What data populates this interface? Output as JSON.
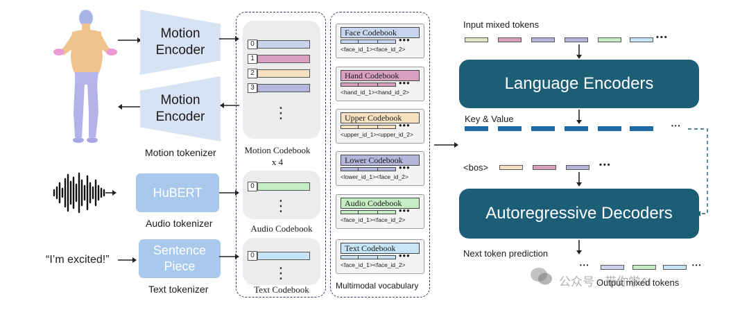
{
  "tokenizers": {
    "motion_encoder_label": "Motion Encoder",
    "motion_decoder_label": "Motion Encoder",
    "motion_caption": "Motion tokenizer",
    "hubert_label": "HuBERT",
    "audio_caption": "Audio tokenizer",
    "sentencepiece_label": "Sentence Piece",
    "text_caption": "Text tokenizer",
    "input_text": "“I’m excited!”"
  },
  "codebooks": {
    "motion_indices": [
      "0",
      "1",
      "2",
      "3"
    ],
    "motion_label": "Motion Codebook x 4",
    "audio_index": "0",
    "audio_label": "Audio Codebook",
    "text_index": "0",
    "text_label": "Text Codebook",
    "vdots": "⋮"
  },
  "vocabulary": {
    "caption": "Multimodal vocabulary",
    "cards": [
      {
        "title": "Face Codebook",
        "ids": "<face_id_1><face_id_2>",
        "color": "#c9d6f0"
      },
      {
        "title": "Hand Codebook",
        "ids": "<hand_id_1><hand_id_2>",
        "color": "#d9a0c2"
      },
      {
        "title": "Upper Codebook",
        "ids": "<upper_id_1><upper_id_2>",
        "color": "#f6e2c1"
      },
      {
        "title": "Lower Codebook",
        "ids": "<lower_id_1><face_id_2>",
        "color": "#b6b5dc"
      },
      {
        "title": "Audio Codebook",
        "ids": "<face_id_1><face_id_2>",
        "color": "#c5ecc2"
      },
      {
        "title": "Text Codebook",
        "ids": "<face_id_1><face_id_2>",
        "color": "#c6e6f7"
      }
    ],
    "dots": "•••"
  },
  "model": {
    "input_label": "Input mixed tokens",
    "encoder_label": "Language Encoders",
    "kv_label": "Key & Value",
    "bos_label": "<bos>",
    "decoder_label": "Autoregressive Decoders",
    "next_label": "Next token prediction",
    "output_label": "Output mixed tokens",
    "dots": "•••"
  },
  "colors": {
    "face": "#dfe9c8",
    "hand": "#d9a0c2",
    "upper": "#f6e2c1",
    "lower": "#b6b5dc",
    "audio": "#c5ecc2",
    "text": "#c6e6f7",
    "kv": "#1d6ca5",
    "box": "#1d5e77"
  },
  "watermark": "公众号 · 带你学AI"
}
